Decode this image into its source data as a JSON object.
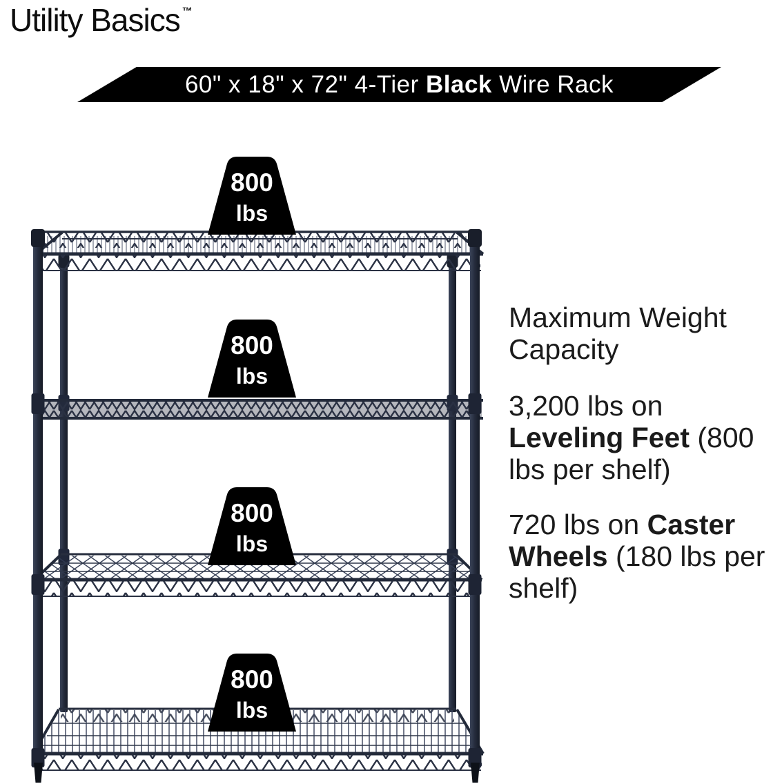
{
  "brand": {
    "name": "Utility Basics",
    "trademark": "™"
  },
  "banner": {
    "pre": "60\" x 18\" x 72\" 4-Tier ",
    "highlight": "Black",
    "post": " Wire Rack"
  },
  "weights": [
    {
      "value": "800",
      "unit": "lbs"
    },
    {
      "value": "800",
      "unit": "lbs"
    },
    {
      "value": "800",
      "unit": "lbs"
    },
    {
      "value": "800",
      "unit": "lbs"
    }
  ],
  "info": {
    "heading": "Maximum Weight Capacity",
    "specs": [
      {
        "pre": "3,200 lbs on ",
        "bold": "Leveling Feet",
        "post": " (800 lbs per shelf)"
      },
      {
        "pre": "720 lbs on ",
        "bold": "Caster Wheels",
        "post": " (180 lbs per shelf)"
      }
    ]
  },
  "colors": {
    "banner_background": "#000000",
    "badge_background": "#000000",
    "rack_navy": "#2a3143",
    "text_dark": "#1b1b1b"
  }
}
